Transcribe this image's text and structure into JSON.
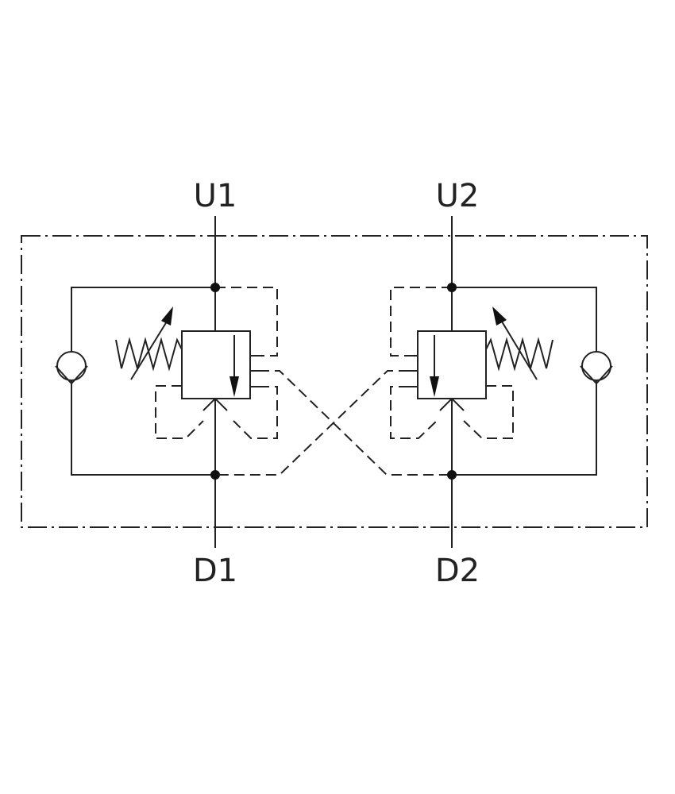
{
  "diagram": {
    "type": "hydraulic-schematic",
    "ports": {
      "u1": "U1",
      "u2": "U2",
      "d1": "D1",
      "d2": "D2"
    },
    "colors": {
      "line": "#222222",
      "background": "#ffffff"
    },
    "components": [
      {
        "name": "check-valve-left"
      },
      {
        "name": "relief-valve-left",
        "spring": "adjustable"
      },
      {
        "name": "relief-valve-right",
        "spring": "adjustable"
      },
      {
        "name": "check-valve-right"
      }
    ]
  }
}
